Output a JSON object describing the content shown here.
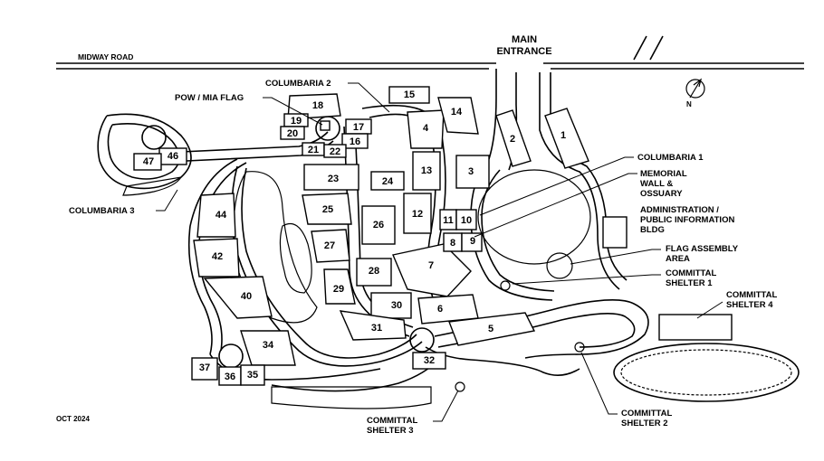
{
  "title": "MAIN ENTRANCE",
  "title_lines": [
    "MAIN",
    "ENTRANCE"
  ],
  "road_name": "MIDWAY   ROAD",
  "north_label": "N",
  "date": "OCT 2024",
  "callouts": {
    "columbaria2": "COLUMBARIA 2",
    "pow_flag": "POW / MIA FLAG",
    "columbaria1": "COLUMBARIA 1",
    "memorial_wall": [
      "MEMORIAL",
      "WALL &",
      "OSSUARY"
    ],
    "admin": [
      "ADMINISTRATION /",
      "PUBLIC INFORMATION",
      "BLDG"
    ],
    "flag_area": [
      "FLAG ASSEMBLY",
      "AREA"
    ],
    "shelter1": [
      "COMMITTAL",
      "SHELTER 1"
    ],
    "shelter4": [
      "COMMITTAL",
      "SHELTER 4"
    ],
    "columbaria3": "COLUMBARIA 3",
    "shelter2": [
      "COMMITTAL",
      "SHELTER 2"
    ],
    "shelter3": [
      "COMMITTAL",
      "SHELTER 3"
    ]
  },
  "sections": [
    "1",
    "2",
    "3",
    "4",
    "5",
    "6",
    "7",
    "8",
    "9",
    "10",
    "11",
    "12",
    "13",
    "14",
    "15",
    "16",
    "17",
    "18",
    "19",
    "20",
    "21",
    "22",
    "23",
    "24",
    "25",
    "26",
    "27",
    "28",
    "29",
    "30",
    "31",
    "32",
    "34",
    "35",
    "36",
    "37",
    "40",
    "42",
    "44",
    "46",
    "47"
  ]
}
